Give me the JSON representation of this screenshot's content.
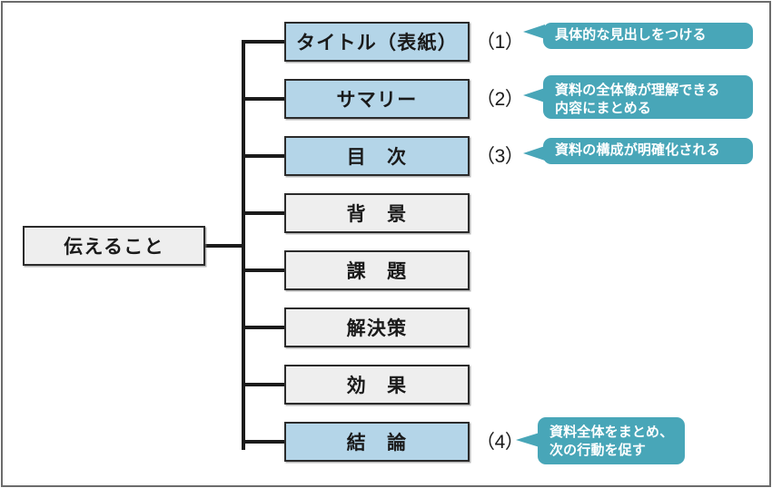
{
  "diagram": {
    "title_semantic": "presentation-structure-tree",
    "colors": {
      "frame_border": "#6b6b6b",
      "node_border": "#2b2b2b",
      "node_gray_fill": "#eeeeee",
      "node_blue_fill": "#b4d5e8",
      "callout_fill": "#48a6b8",
      "callout_text": "#ffffff",
      "line": "#1b1b1b",
      "text": "#1a1a1a"
    },
    "root": {
      "label": "伝えること",
      "style": "gray"
    },
    "nodes": [
      {
        "label": "タイトル（表紙）",
        "style": "blue",
        "number": "（1）",
        "callout": "具体的な見出しをつける",
        "callout_lines": 1
      },
      {
        "label": "サマリー",
        "style": "blue",
        "number": "（2）",
        "callout": "資料の全体像が理解できる\n内容にまとめる",
        "callout_lines": 2
      },
      {
        "label": "目　次",
        "style": "blue",
        "number": "（3）",
        "callout": "資料の構成が明確化される",
        "callout_lines": 1
      },
      {
        "label": "背　景",
        "style": "gray",
        "number": "",
        "callout": "",
        "callout_lines": 0
      },
      {
        "label": "課　題",
        "style": "gray",
        "number": "",
        "callout": "",
        "callout_lines": 0
      },
      {
        "label": "解決策",
        "style": "gray",
        "number": "",
        "callout": "",
        "callout_lines": 0
      },
      {
        "label": "効　果",
        "style": "gray",
        "number": "",
        "callout": "",
        "callout_lines": 0
      },
      {
        "label": "結　論",
        "style": "blue",
        "number": "（4）",
        "callout": "資料全体をまとめ、\n次の行動を促す",
        "callout_lines": 2
      }
    ]
  }
}
